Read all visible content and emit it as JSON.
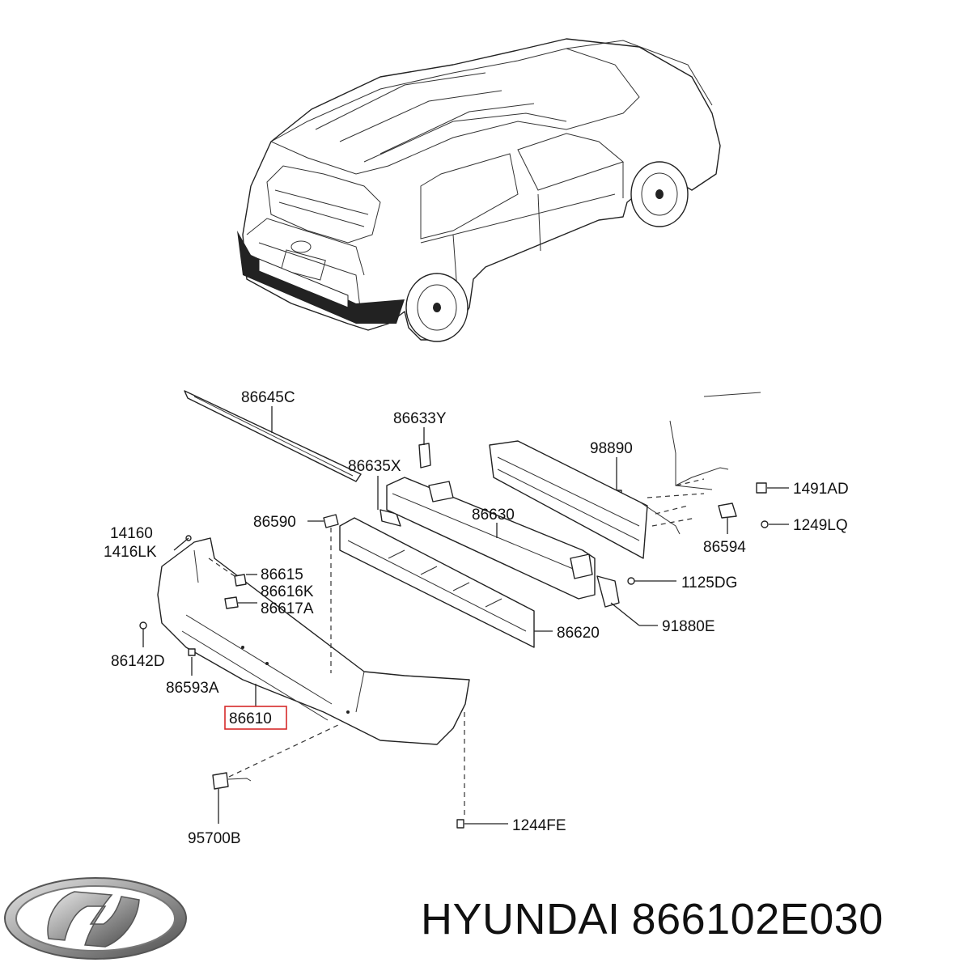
{
  "brand": "HYUNDAI",
  "part_number": "866102E030",
  "highlight_color": "#d62a2a",
  "logo_icon": "hyundai-logo-icon",
  "callouts": [
    {
      "id": "c86645C",
      "text": "86645C"
    },
    {
      "id": "c86633Y",
      "text": "86633Y"
    },
    {
      "id": "c98890",
      "text": "98890"
    },
    {
      "id": "c86635X",
      "text": "86635X"
    },
    {
      "id": "c1491AD",
      "text": "1491AD"
    },
    {
      "id": "c86590",
      "text": "86590"
    },
    {
      "id": "c86630",
      "text": "86630"
    },
    {
      "id": "c1249LQ",
      "text": "1249LQ"
    },
    {
      "id": "c14160",
      "text": "14160"
    },
    {
      "id": "c1416LK",
      "text": "1416LK"
    },
    {
      "id": "c86594",
      "text": "86594"
    },
    {
      "id": "c86615",
      "text": "86615"
    },
    {
      "id": "c86616K",
      "text": "86616K"
    },
    {
      "id": "c86617A",
      "text": "86617A"
    },
    {
      "id": "c1125DG",
      "text": "1125DG"
    },
    {
      "id": "c91880E",
      "text": "91880E"
    },
    {
      "id": "c86620",
      "text": "86620"
    },
    {
      "id": "c86142D",
      "text": "86142D"
    },
    {
      "id": "c86593A",
      "text": "86593A"
    },
    {
      "id": "c86610",
      "text": "86610"
    },
    {
      "id": "c1244FE",
      "text": "1244FE"
    },
    {
      "id": "c95700B",
      "text": "95700B"
    }
  ]
}
